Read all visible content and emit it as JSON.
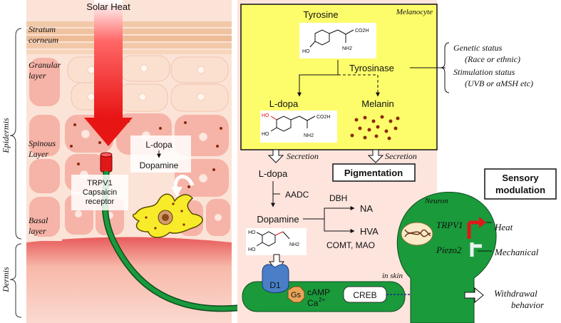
{
  "skin": {
    "solar_heat": "Solar Heat",
    "layers": {
      "stratum": [
        "Stratum",
        "corneum"
      ],
      "granular": [
        "Granular",
        "layer"
      ],
      "spinous": [
        "Spinous",
        "Layer"
      ],
      "basal": [
        "Basal",
        "layer"
      ]
    },
    "epidermis": "Epidermis",
    "dermis": "Dermis",
    "trpv1_receptor": [
      "TRPV1",
      "Capsaicin",
      "receptor"
    ],
    "ldopa_box": [
      "L-dopa",
      "Dopamine"
    ]
  },
  "melanocyte": {
    "title": "Melanocyte",
    "tyrosine": "Tyrosine",
    "tyrosinase": "Tyrosinase",
    "ldopa": "L-dopa",
    "melanin": "Melanin",
    "tyrosine_structure": {
      "ho": "HO",
      "co2h": "CO2H",
      "nh2": "NH2"
    },
    "ldopa_structure": {
      "ho1": "HO",
      "ho2": "HO",
      "co2h": "CO2H",
      "nh2": "NH2"
    }
  },
  "regulation": {
    "genetic": "Genetic status",
    "race": "(Race or ethnic)",
    "stimulation": "Stimulation status",
    "uvb": "(UVB or αMSH etc)"
  },
  "pathway": {
    "secretion_left": "Secretion",
    "secretion_right": "Secretion",
    "pigmentation": "Pigmentation",
    "ldopa": "L-dopa",
    "aadc": "AADC",
    "dopamine": "Dopamine",
    "dbh": "DBH",
    "na": "NA",
    "hva": "HVA",
    "comt_mao": "COMT, MAO",
    "dopamine_structure": {
      "ho1": "HO",
      "ho2": "HO",
      "nh2": "NH2"
    }
  },
  "signaling": {
    "in_skin": "in skin",
    "d1": "D1",
    "gs": "Gs",
    "camp": "cAMP",
    "ca": "Ca",
    "ca_sup": "2+",
    "creb": "CREB"
  },
  "neuron": {
    "title": "Neuron",
    "trpv1": "TRPV1",
    "piezo2": "Piezo2",
    "heat": "Heat",
    "mechanical": "Mechanical"
  },
  "sensory": [
    "Sensory",
    "modulation"
  ],
  "withdrawal": [
    "Withdrawal",
    "behavior"
  ],
  "colors": {
    "skin_bg": "#f9d6c9",
    "melanocyte_bg": "#fdfd6b",
    "nerve_green": "#1a9a3b",
    "heat_red": "#e52020",
    "d1_blue": "#4a7fc8",
    "gs_orange": "#e8a55a",
    "pathway_bg": "#fde4dd"
  }
}
